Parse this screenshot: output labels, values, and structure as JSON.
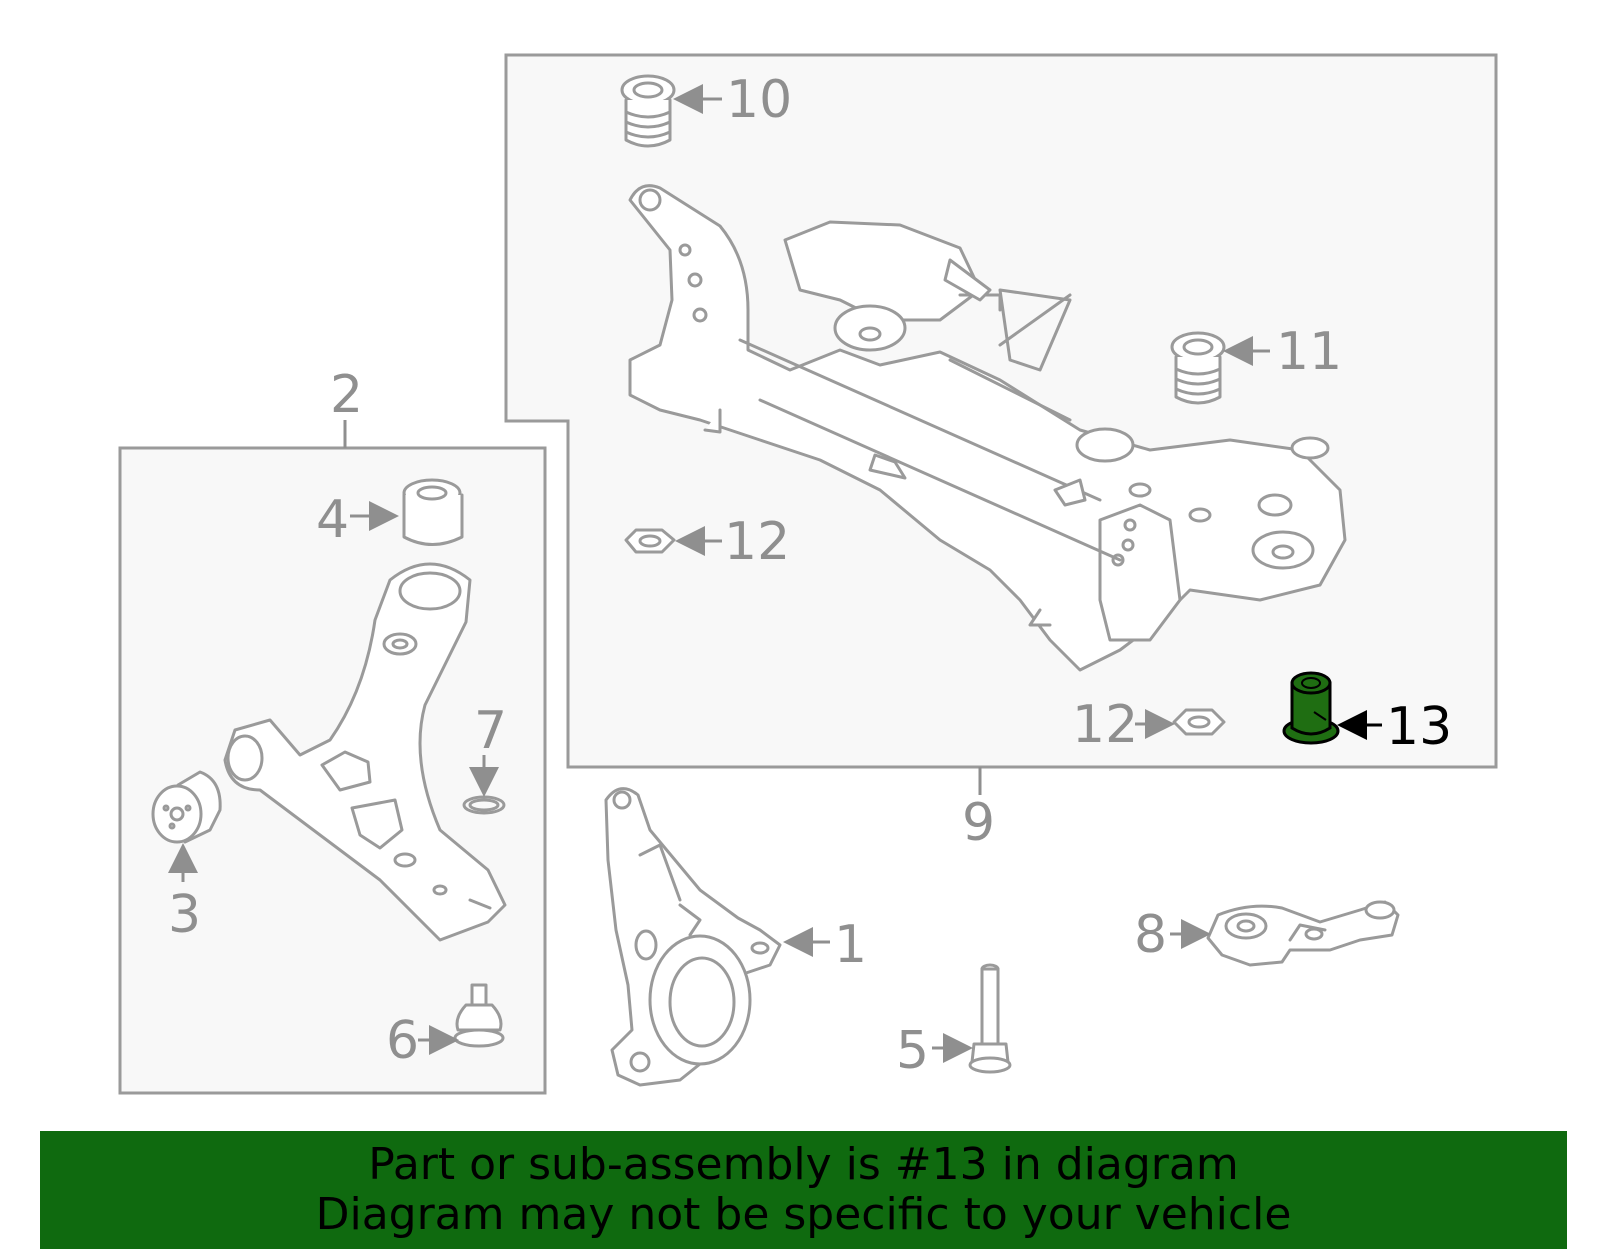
{
  "banner": {
    "line1": "Part or sub-assembly is #13 in diagram",
    "line2": "Diagram may not be specific to your vehicle",
    "background": "#0f6a0f"
  },
  "highlight": {
    "part_number": "13",
    "fill_color": "#1f6e12",
    "label_color": "#000000"
  },
  "callouts": {
    "c1": "1",
    "c2": "2",
    "c3": "3",
    "c4": "4",
    "c5": "5",
    "c6": "6",
    "c7": "7",
    "c8": "8",
    "c9": "9",
    "c10": "10",
    "c11": "11",
    "c12a": "12",
    "c12b": "12",
    "c13": "13"
  }
}
